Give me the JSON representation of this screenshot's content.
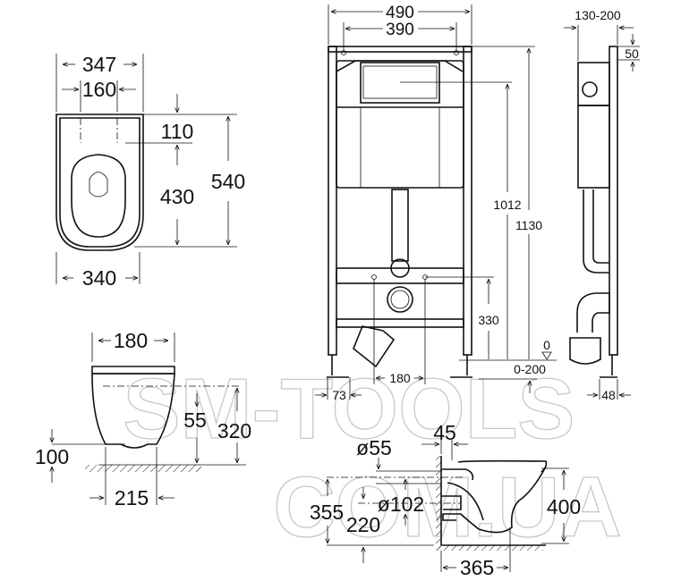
{
  "watermark": {
    "line1": "SM-TOOLS",
    "line2": "COM.UA"
  },
  "seat_top_view": {
    "dims": {
      "outer_width": "347",
      "hole_spacing": "160",
      "to_holes": "110",
      "holes_to_front": "430",
      "length": "540",
      "bottom_width": "340"
    }
  },
  "bowl_side_view_small": {
    "dims": {
      "top_width": "180",
      "outlet_height": "55",
      "height": "320",
      "floor_offset": "100",
      "base_width": "215"
    }
  },
  "frame_front_view": {
    "dims": {
      "width": "490",
      "bracket_spacing": "390",
      "button_height": "1012",
      "frame_height": "1130",
      "bolt_height": "330",
      "floor_zero": "0",
      "leg_adjust": "0-200",
      "bolt_spacing": "180",
      "foot_width": "73"
    }
  },
  "frame_side_view": {
    "dims": {
      "depth": "130-200",
      "top_offset": "50",
      "foot_depth": "48"
    }
  },
  "bowl_section_view": {
    "dims": {
      "inlet_diameter": "ø55",
      "wall_gap": "45",
      "inlet_height": "355",
      "outlet_height": "220",
      "outlet_diameter": "ø102",
      "bowl_height": "400",
      "projection": "365"
    }
  }
}
